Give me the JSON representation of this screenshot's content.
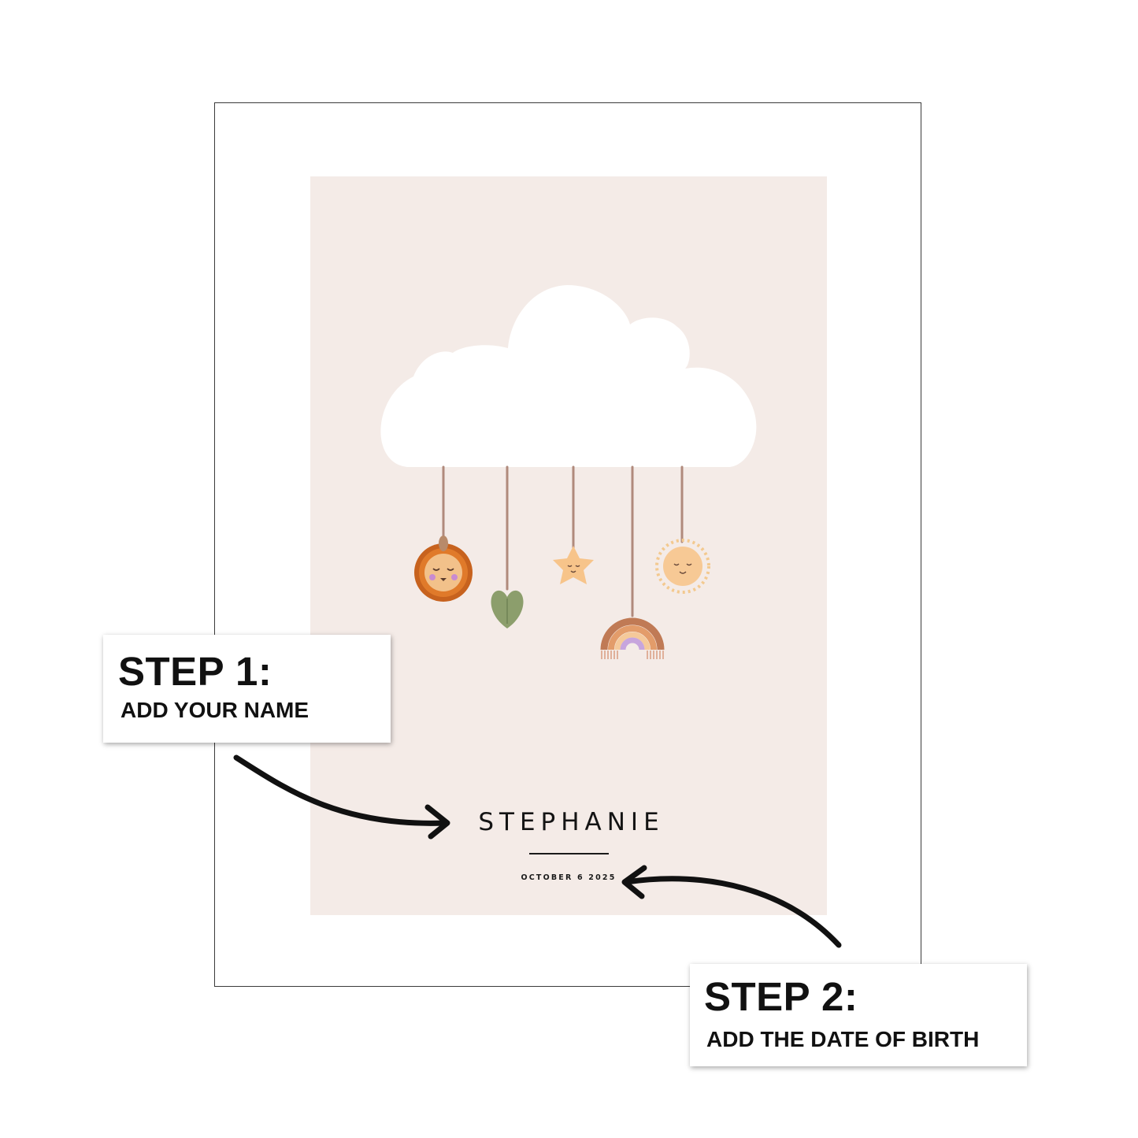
{
  "poster": {
    "name": "STEPHANIE",
    "date": "OCTOBER 6 2025",
    "background_color": "#f4ebe7",
    "mobile_items": [
      "lion-icon",
      "leaf-icon",
      "star-icon",
      "rainbow-icon",
      "sun-icon"
    ]
  },
  "steps": [
    {
      "title": "STEP 1:",
      "subtitle": "ADD YOUR NAME"
    },
    {
      "title": "STEP 2:",
      "subtitle": "ADD THE DATE OF BIRTH"
    }
  ]
}
